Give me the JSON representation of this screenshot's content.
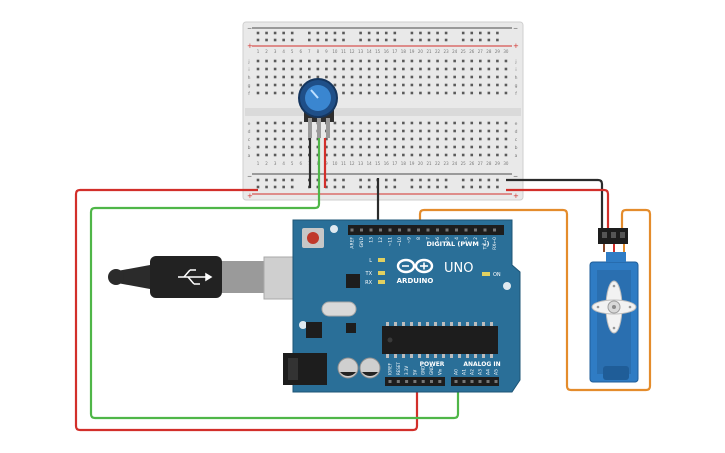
{
  "breadboard": {
    "power_rail_marks": {
      "plus": "+",
      "minus": "−"
    },
    "row_letters_top": [
      "j",
      "i",
      "h",
      "g",
      "f"
    ],
    "row_letters_bottom": [
      "e",
      "d",
      "c",
      "b",
      "a"
    ],
    "column_numbers": [
      "1",
      "2",
      "3",
      "4",
      "5",
      "6",
      "7",
      "8",
      "9",
      "10",
      "11",
      "12",
      "13",
      "14",
      "15",
      "16",
      "17",
      "18",
      "19",
      "20",
      "21",
      "22",
      "23",
      "24",
      "25",
      "26",
      "27",
      "28",
      "29",
      "30"
    ]
  },
  "arduino": {
    "brand": "ARDUINO",
    "model": "UNO",
    "digital_header": "DIGITAL (PWM ~)",
    "digital_pins": [
      "AREF",
      "GND",
      "13",
      "12",
      "~11",
      "~10",
      "~9",
      "8",
      "7",
      "~6",
      "~5",
      "4",
      "~3",
      "2",
      "TX→1",
      "RX←0"
    ],
    "power_header": "POWER",
    "power_pins": [
      "IOREF",
      "RESET",
      "3.3V",
      "5V",
      "GND",
      "GND",
      "Vin"
    ],
    "analog_header": "ANALOG IN",
    "analog_pins": [
      "A0",
      "A1",
      "A2",
      "A3",
      "A4",
      "A5"
    ],
    "leds": [
      "L",
      "TX",
      "RX"
    ],
    "on_label": "ON"
  },
  "colors": {
    "board_blue": "#2a6f98",
    "breadboard": "#e8e8e8",
    "wire_red": "#d22f2a",
    "wire_black": "#2b2b2b",
    "wire_green": "#4fb648",
    "wire_orange": "#e48c2c",
    "servo_blue": "#2f7cc4",
    "pot_blue": "#2b6fb2"
  },
  "components": [
    "breadboard",
    "potentiometer",
    "arduino-uno",
    "usb-cable",
    "servo-motor"
  ]
}
